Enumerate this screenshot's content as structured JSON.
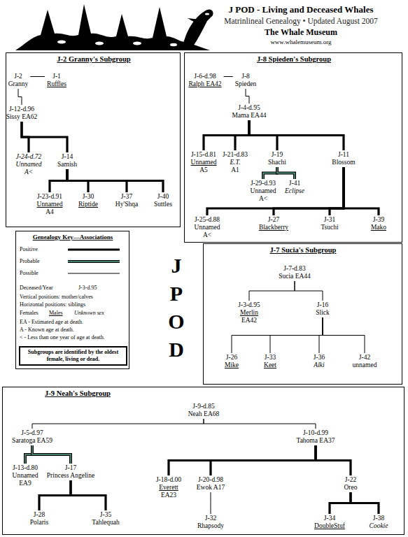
{
  "diagram": {
    "title": "J POD - Living and Deceased Whales",
    "nodes": [
      {
        "text": [
          "J-2 Granny's Subgroup"
        ]
      },
      {
        "text": [
          "J-2",
          "Granny"
        ],
        "in": 0
      },
      {
        "text": [
          "J-1",
          "Ruffles"
        ],
        "in": 0
      },
      {
        "text": [
          "J-12-d.96",
          "Sissy EA62"
        ],
        "in": 0
      },
      {
        "text": [
          "J-24-d.72",
          "Unnamed",
          "A<"
        ],
        "in": 0
      },
      {
        "text": [
          "J-14",
          "Samish"
        ],
        "in": 0
      },
      {
        "text": [
          "J-23-d.91",
          "Unnamed",
          "A4"
        ],
        "in": 0
      },
      {
        "text": [
          "J-30",
          "Riptide"
        ],
        "in": 0
      },
      {
        "text": [
          "J-37",
          "Hy'Shqa"
        ],
        "in": 0
      },
      {
        "text": [
          "J-40",
          "Suttles"
        ],
        "in": 0
      },
      {
        "text": [
          "J-8 Spieden's Subgroup"
        ]
      },
      {
        "text": [
          "J-6-d.98",
          "Ralph EA42"
        ],
        "in": 10
      },
      {
        "text": [
          "J-8",
          "Spieden"
        ],
        "in": 10
      },
      {
        "text": [
          "J-4-d.95",
          "Mama EA44"
        ],
        "in": 10
      },
      {
        "text": [
          "J-15-d.81",
          "Unnamed",
          "A5"
        ],
        "in": 10
      },
      {
        "text": [
          "J-21-d.83",
          "E.T.",
          "A1"
        ],
        "in": 10
      },
      {
        "text": [
          "J-19",
          "Shachi"
        ],
        "in": 10
      },
      {
        "text": [
          "J-11",
          "Blossom"
        ],
        "in": 10
      },
      {
        "text": [
          "J-29-d.93",
          "Unnamed",
          "A<"
        ],
        "in": 10
      },
      {
        "text": [
          "J-41",
          "Eclipse"
        ],
        "in": 10
      },
      {
        "text": [
          "J-25-d.88",
          "Unnamed",
          "A<"
        ],
        "in": 10
      },
      {
        "text": [
          "J-27",
          "Blackberry"
        ],
        "in": 10
      },
      {
        "text": [
          "J-31",
          "Tsuchi"
        ],
        "in": 10
      },
      {
        "text": [
          "J-39",
          "Mako"
        ],
        "in": 10
      },
      {
        "text": [
          "Genealogy Key—Associations"
        ]
      },
      {
        "text": [
          "Subgroups are identified by the oldest female, living or dead."
        ],
        "in": 24
      },
      {
        "text": [
          "J-7 Sucia's Subgroup"
        ]
      },
      {
        "text": [
          "J-7-d.83",
          "Sucia EA44"
        ],
        "in": 26
      },
      {
        "text": [
          "J-3-d.95",
          "Merlin",
          "EA42"
        ],
        "in": 26
      },
      {
        "text": [
          "J-16",
          "Slick"
        ],
        "in": 26
      },
      {
        "text": [
          "J-26",
          "Mike"
        ],
        "in": 26
      },
      {
        "text": [
          "J-33",
          "Keet"
        ],
        "in": 26
      },
      {
        "text": [
          "J-36",
          "Alki"
        ],
        "in": 26
      },
      {
        "text": [
          "J-42",
          "unnamed"
        ],
        "in": 26
      },
      {
        "text": [
          "J-9 Neah's Subgroup"
        ]
      },
      {
        "text": [
          "J-9-d.85",
          "Neah EA68"
        ],
        "in": 34
      },
      {
        "text": [
          "J-5-d.97",
          "Saratoga EA59"
        ],
        "in": 34
      },
      {
        "text": [
          "J-10-d.99",
          "Tahoma EA37"
        ],
        "in": 34
      },
      {
        "text": [
          "J-13-d.80",
          "Unnamed",
          "EA9"
        ],
        "in": 34
      },
      {
        "text": [
          "J-17",
          "Princess Angeline"
        ],
        "in": 34
      },
      {
        "text": [
          "J-28",
          "Polaris"
        ],
        "in": 34
      },
      {
        "text": [
          "J-35",
          "Tahlequah"
        ],
        "in": 34
      },
      {
        "text": [
          "J-18-d.00",
          "Everett",
          "EA23"
        ],
        "in": 34
      },
      {
        "text": [
          "J-20-d.98",
          "Ewok A17"
        ],
        "in": 34
      },
      {
        "text": [
          "J-32",
          "Rhapsody"
        ],
        "in": 34
      },
      {
        "text": [
          "J-22",
          "Oreo"
        ],
        "in": 34
      },
      {
        "text": [
          "J-34",
          "DoubleStuf"
        ],
        "in": 34
      },
      {
        "text": [
          "J-38",
          "Cookie"
        ],
        "in": 34
      }
    ],
    "edges": [
      {
        "from": 1,
        "to": 2,
        "arrow": "none"
      },
      {
        "from": 1,
        "to": 3,
        "arrow": "none"
      },
      {
        "from": 3,
        "to": 4,
        "arrow": "none"
      },
      {
        "from": 3,
        "to": 5,
        "arrow": "none"
      },
      {
        "from": 5,
        "to": 6,
        "arrow": "none"
      },
      {
        "from": 5,
        "to": 7,
        "arrow": "none"
      },
      {
        "from": 5,
        "to": 8,
        "arrow": "none"
      },
      {
        "from": 5,
        "to": 9,
        "arrow": "none"
      },
      {
        "from": 11,
        "to": 12,
        "arrow": "none"
      },
      {
        "from": 12,
        "to": 13,
        "arrow": "none"
      },
      {
        "from": 13,
        "to": 14,
        "arrow": "none"
      },
      {
        "from": 13,
        "to": 15,
        "arrow": "none"
      },
      {
        "from": 13,
        "to": 16,
        "arrow": "none"
      },
      {
        "from": 13,
        "to": 17,
        "arrow": "none"
      },
      {
        "from": 16,
        "to": 18,
        "arrow": "none"
      },
      {
        "from": 16,
        "to": 19,
        "arrow": "none"
      },
      {
        "from": 17,
        "to": 20,
        "arrow": "none"
      },
      {
        "from": 17,
        "to": 21,
        "arrow": "none"
      },
      {
        "from": 17,
        "to": 22,
        "arrow": "none"
      },
      {
        "from": 17,
        "to": 23,
        "arrow": "none"
      },
      {
        "from": 27,
        "to": 28,
        "arrow": "none"
      },
      {
        "from": 27,
        "to": 29,
        "arrow": "none"
      },
      {
        "from": 29,
        "to": 30,
        "arrow": "none"
      },
      {
        "from": 29,
        "to": 31,
        "arrow": "none"
      },
      {
        "from": 29,
        "to": 32,
        "arrow": "none"
      },
      {
        "from": 29,
        "to": 33,
        "arrow": "none"
      },
      {
        "from": 35,
        "to": 36,
        "arrow": "none"
      },
      {
        "from": 35,
        "to": 37,
        "arrow": "none"
      },
      {
        "from": 36,
        "to": 38,
        "arrow": "none"
      },
      {
        "from": 36,
        "to": 39,
        "arrow": "none"
      },
      {
        "from": 39,
        "to": 40,
        "arrow": "none"
      },
      {
        "from": 39,
        "to": 41,
        "arrow": "none"
      },
      {
        "from": 37,
        "to": 42,
        "arrow": "none"
      },
      {
        "from": 37,
        "to": 43,
        "arrow": "none"
      },
      {
        "from": 37,
        "to": 45,
        "arrow": "none"
      },
      {
        "from": 43,
        "to": 44,
        "arrow": "none"
      },
      {
        "from": 45,
        "to": 46,
        "arrow": "none"
      },
      {
        "from": 45,
        "to": 47,
        "arrow": "none"
      }
    ],
    "labels": [
      "Matrinlineal Genealogy • Updated August 2007",
      "The Whale Museum",
      "www.whalemuseum.org",
      "J POD",
      "Deceased/Year",
      "J-3-d.95",
      "Vertical positions: mother/calves",
      "Horizontal positions: siblings",
      "Females",
      "Males",
      "Unknown sex",
      "EA - Estimated age at death.",
      "A - Known age at death.",
      "< - Less than one year of age at death."
    ],
    "legend": [
      {
        "text": "Positive"
      },
      {
        "text": "Probable"
      },
      {
        "text": "Possible"
      }
    ]
  }
}
